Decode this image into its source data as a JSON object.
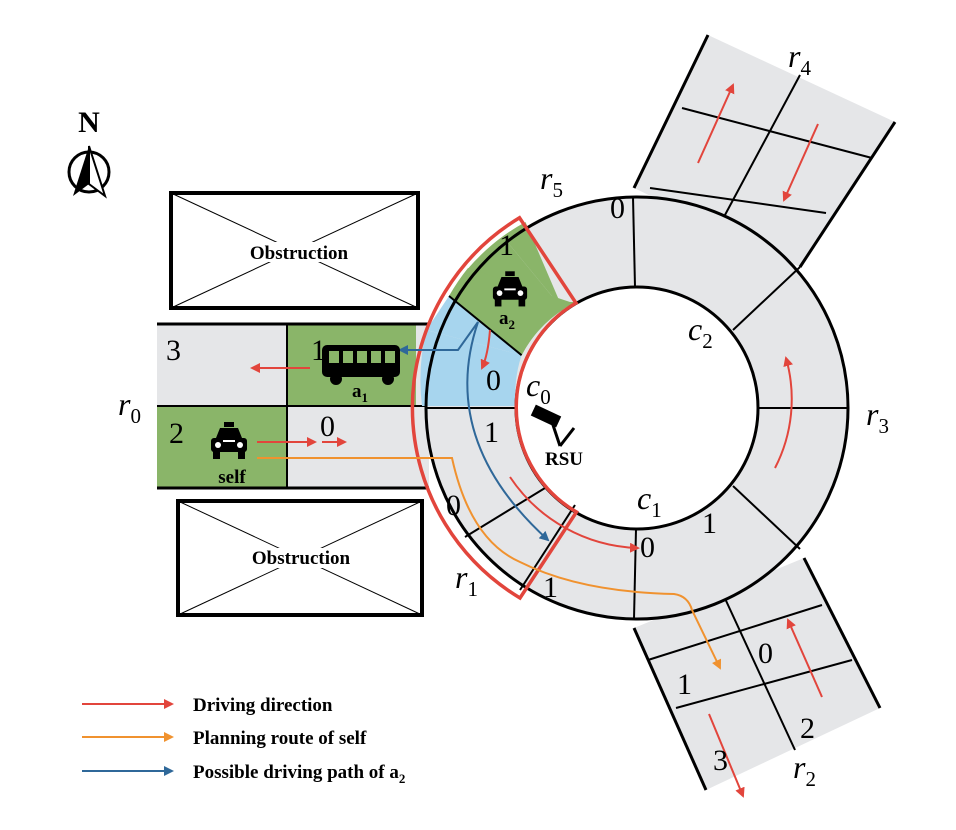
{
  "compass": {
    "north_label": "N"
  },
  "obstructions": [
    {
      "label": "Obstruction"
    },
    {
      "label": "Obstruction"
    }
  ],
  "road_labels": {
    "r0": {
      "base": "r",
      "sub": "0"
    },
    "r1": {
      "base": "r",
      "sub": "1"
    },
    "r2": {
      "base": "r",
      "sub": "2"
    },
    "r3": {
      "base": "r",
      "sub": "3"
    },
    "r4": {
      "base": "r",
      "sub": "4"
    },
    "r5": {
      "base": "r",
      "sub": "5"
    }
  },
  "cell_labels": {
    "c0": {
      "base": "c",
      "sub": "0"
    },
    "c1": {
      "base": "c",
      "sub": "1"
    },
    "c2": {
      "base": "c",
      "sub": "2"
    }
  },
  "lane_numbers": {
    "r0_top": "3",
    "r0_bottom": "2",
    "r0_a1_cell": "1",
    "r0_self_right": "0",
    "ring_r5_top": "0",
    "ring_a2_cell": "1",
    "ring_blue_cell": "0",
    "ring_c0_right": "1",
    "ring_r1_left": "0",
    "ring_r1_bottom": "1",
    "c1_zero": "0",
    "c1_one": "1",
    "r2_zero": "0",
    "r2_one": "1",
    "r2_two": "2",
    "r2_three": "3"
  },
  "vehicles": {
    "a2": {
      "base": "a",
      "sub": "2"
    },
    "a1": {
      "base": "a",
      "sub": "1"
    },
    "self": {
      "label": "self"
    }
  },
  "rsu": {
    "label": "RSU"
  },
  "legend": {
    "items": [
      {
        "label": "Driving direction",
        "color": "#e2453c"
      },
      {
        "label": "Planning route of self",
        "color": "#f0922f"
      },
      {
        "label": "Possible driving path of a",
        "sub": "2",
        "color": "#2f6899"
      }
    ]
  },
  "colors": {
    "road": "#e5e6e8",
    "occupied_green": "#8ab569",
    "blue_cell": "#a7d5ee",
    "driving": "#e2453c",
    "route": "#f0922f",
    "path": "#2f6899",
    "highlight": "#e2453c"
  }
}
